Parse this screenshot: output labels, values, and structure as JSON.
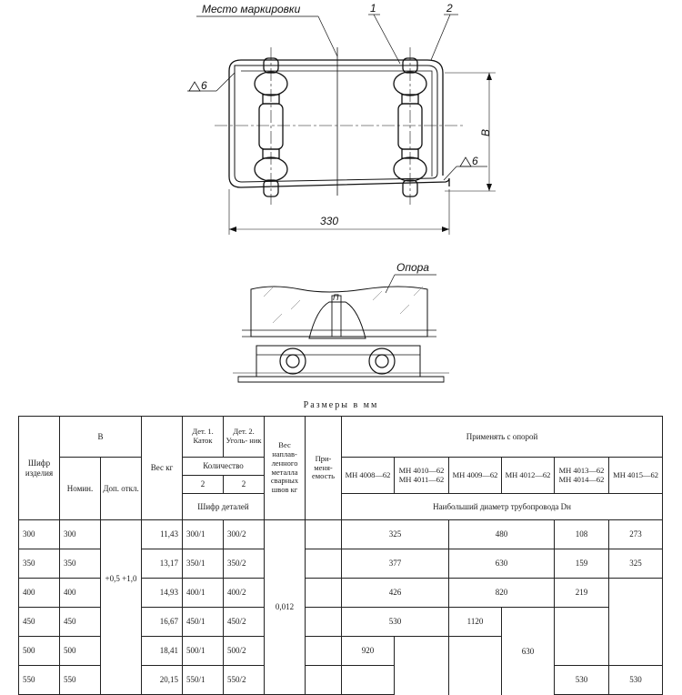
{
  "drawing_top": {
    "label_marking": "Место маркировки",
    "label_1": "1",
    "label_2": "2",
    "weld_left": "6",
    "weld_right": "6",
    "dim_width": "330",
    "dim_height": "B"
  },
  "drawing_bottom": {
    "label_support": "Опора",
    "label_p": "П"
  },
  "units_caption": "Размеры в мм",
  "table": {
    "headers": {
      "code": "Шифр изделия",
      "b": "B",
      "nominal": "Номин.",
      "tolerance": "Доп. откл.",
      "weight": "Вес кг",
      "det1": "Дет. 1. Каток",
      "det2": "Дет. 2. Уголь- ник",
      "quantity": "Количество",
      "qty1": "2",
      "qty2": "2",
      "parts_code": "Шифр деталей",
      "weld_weight": "Вес наплав- ленного металла сварных швов кг",
      "application": "При- меня- емость",
      "use_with": "Применять с опорой",
      "supports": [
        "МН 4008—62",
        "МН 4010—62",
        "МН 4011—62",
        "МН 4009—62",
        "МН 4012—62",
        "МН 4013—62",
        "МН 4014—62",
        "МН 4015—62"
      ],
      "max_diameter": "Наибольший диаметр трубопровода Dн"
    },
    "rows": [
      {
        "code": "300",
        "nominal": "300",
        "weight": "11,43",
        "d1": "300/1",
        "d2": "300/2"
      },
      {
        "code": "350",
        "nominal": "350",
        "weight": "13,17",
        "d1": "350/1",
        "d2": "350/2"
      },
      {
        "code": "400",
        "nominal": "400",
        "weight": "14,93",
        "d1": "400/1",
        "d2": "400/2"
      },
      {
        "code": "450",
        "nominal": "450",
        "weight": "16,67",
        "d1": "450/1",
        "d2": "450/2"
      },
      {
        "code": "500",
        "nominal": "500",
        "weight": "18,41",
        "d1": "500/1",
        "d2": "500/2"
      },
      {
        "code": "550",
        "nominal": "550",
        "weight": "20,15",
        "d1": "550/1",
        "d2": "550/2"
      }
    ],
    "tolerance": "+0,5 +1,0",
    "weld_value": "0,012",
    "diameters": {
      "r300_a": "325",
      "r300_b": "480",
      "r300_c": "108",
      "r300_d": "273",
      "r350_a": "377",
      "r350_b": "630",
      "r350_c": "159",
      "r350_d": "325",
      "r400_a": "426",
      "r400_b": "820",
      "r400_c": "219",
      "r450_a": "530",
      "r450_b": "1120",
      "r500_a": "920",
      "r500_b": "630",
      "r550_c": "530",
      "r550_d": "530"
    }
  }
}
